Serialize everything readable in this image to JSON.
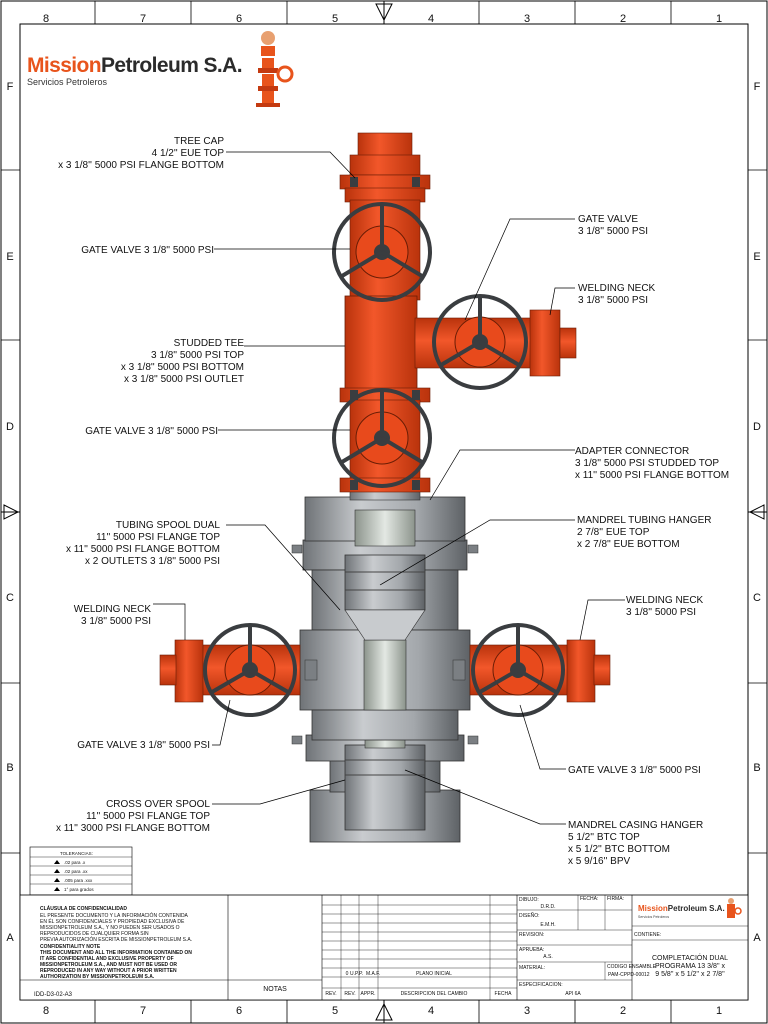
{
  "company": {
    "name_part1": "Mission",
    "name_part2": "Petroleum S.A.",
    "tagline": "Servicios Petroleros"
  },
  "grid": {
    "columns": [
      "8",
      "7",
      "6",
      "5",
      "4",
      "3",
      "2",
      "1"
    ],
    "rows": [
      "F",
      "E",
      "D",
      "C",
      "B",
      "A"
    ]
  },
  "labels": {
    "tree_cap": [
      "TREE CAP",
      "4 1/2'' EUE TOP",
      "x 3 1/8'' 5000 PSI FLANGE BOTTOM"
    ],
    "gate_valve_upper": [
      "GATE VALVE 3 1/8'' 5000 PSI"
    ],
    "gate_valve_right_top": [
      "GATE VALVE",
      "3 1/8'' 5000 PSI"
    ],
    "welding_neck_top": [
      "WELDING NECK",
      "3 1/8'' 5000 PSI"
    ],
    "studded_tee": [
      "STUDDED TEE",
      "3 1/8'' 5000 PSI TOP",
      "x 3 1/8'' 5000 PSI BOTTOM",
      "x 3 1/8'' 5000 PSI OUTLET"
    ],
    "gate_valve_lower": [
      "GATE VALVE 3 1/8'' 5000 PSI"
    ],
    "adapter_connector": [
      "ADAPTER CONNECTOR",
      "3 1/8'' 5000 PSI STUDDED TOP",
      "x 11'' 5000 PSI FLANGE BOTTOM"
    ],
    "tubing_spool": [
      "TUBING SPOOL DUAL",
      "11'' 5000 PSI FLANGE TOP",
      "x 11'' 5000 PSI FLANGE BOTTOM",
      "x 2 OUTLETS 3 1/8'' 5000 PSI"
    ],
    "mandrel_tubing_hanger": [
      "MANDREL TUBING HANGER",
      "2 7/8'' EUE TOP",
      "x 2 7/8'' EUE BOTTOM"
    ],
    "welding_neck_left": [
      "WELDING NECK",
      "3 1/8'' 5000 PSI"
    ],
    "welding_neck_right": [
      "WELDING NECK",
      "3 1/8'' 5000 PSI"
    ],
    "gate_valve_bottom_left": [
      "GATE VALVE 3 1/8'' 5000 PSI"
    ],
    "gate_valve_bottom_right": [
      "GATE VALVE 3 1/8'' 5000 PSI"
    ],
    "cross_over_spool": [
      "CROSS OVER SPOOL",
      "11'' 5000 PSI FLANGE TOP",
      "x 11'' 3000 PSI FLANGE BOTTOM"
    ],
    "mandrel_casing_hanger": [
      "MANDREL CASING HANGER",
      "5 1/2'' BTC TOP",
      "x 5 1/2'' BTC BOTTOM",
      "x 5 9/16'' BPV"
    ]
  },
  "tolerances": {
    "title": "TOLERANCIAS:",
    "rows": [
      ".02 para .x",
      ".02 para .xx",
      ".005 para .xxx",
      "1° para grados"
    ]
  },
  "confidentiality": {
    "es_title": "CLÁUSULA DE CONFIDENCIALIDAD",
    "es_lines": [
      "EL PRESENTE DOCUMENTO Y LA INFORMACIÓN CONTENIDA",
      "EN ÉL SON CONFIDENCIALES Y PROPIEDAD EXCLUSIVA DE",
      "MISSIONPETROLEUM S.A., Y NO PUEDEN SER USADOS O",
      "REPRODUCIDOS DE CUALQUIER FORMA SIN",
      " PREVIA AUTORIZACIÓN ESCRITA DE MISSIONPETROLEUM S.A."
    ],
    "en_title": "CONFIDENTIALITY NOTE",
    "en_lines": [
      "THIS DOCUMENT AND ALL THE INFORMATION CONTAINED ON",
      "IT ARE CONFIDENTIAL AND EXCLUSIVE PROPERTY OF",
      "MISSIONPETROLEUM S.A., AND MUST NOT BE USED OR",
      "REPRODUCED IN ANY WAY WITHOUT A PRIOR WRITTEN",
      "AUTHORIZATION BY MISSIONPETROLEUM S.A."
    ]
  },
  "title_block": {
    "doc_id": "IDD-D3-02-A3",
    "notas": "NOTAS",
    "rev_headers": [
      "REV.",
      "REV.",
      "APPR.",
      "DESCRIPCION DEL CAMBIO",
      "FECHA"
    ],
    "rev_row": [
      "0",
      "U.P.P.",
      "M.A.F.",
      "PLANO INICIAL"
    ],
    "dibujo_label": "DIBUJO:",
    "dibujo_value": "D.R.D.",
    "fecha_label": "FECHA:",
    "firma_label": "FIRMA:",
    "diseno_label": "DISEÑO:",
    "diseno_value": "E.M.H.",
    "revision_label": "REVISION:",
    "aprueba_label": "APRUEBA:",
    "aprueba_value": "A.S.",
    "contiene_label": "CONTIENE:",
    "material_label": "MATERIAL:",
    "codigo_label": "CODIGO ENSAMBLE",
    "codigo_value": "PAM-CPPD-00012",
    "especificacion_label": "ESPECIFICACION:",
    "especificacion_value": "API 6A",
    "title_lines": [
      "COMPLETACIÓN DUAL",
      "PROGRAMA 13 3/8'' x",
      "9 5/8'' x 5 1/2'' x 2 7/8''"
    ]
  },
  "colors": {
    "orange": "#ec4a1c",
    "orange_dark": "#a82c08",
    "steel": "#9fa3a7",
    "steel_dark": "#5e6266",
    "handwheel": "#3a3d40"
  }
}
